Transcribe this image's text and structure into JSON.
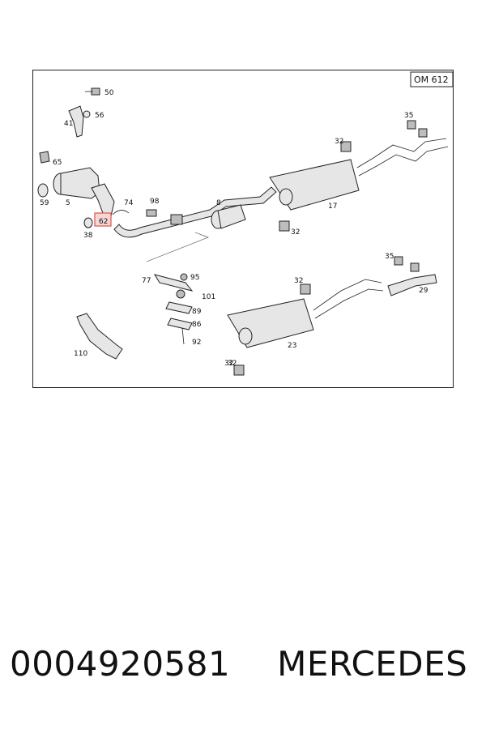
{
  "diagram": {
    "engine_badge": "OM 612",
    "highlighted_callout": "62",
    "callouts": [
      "50",
      "56",
      "41",
      "65",
      "5",
      "59",
      "74",
      "98",
      "8",
      "32",
      "17",
      "35",
      "62",
      "38",
      "32",
      "32",
      "35",
      "29",
      "77",
      "95",
      "101",
      "89",
      "86",
      "92",
      "110",
      "32",
      "23",
      "32"
    ]
  },
  "caption": {
    "part_number": "0004920581",
    "brand": "MERCEDES"
  },
  "colors": {
    "highlight_fill": "#f6d5d5",
    "highlight_stroke": "#e05050"
  }
}
